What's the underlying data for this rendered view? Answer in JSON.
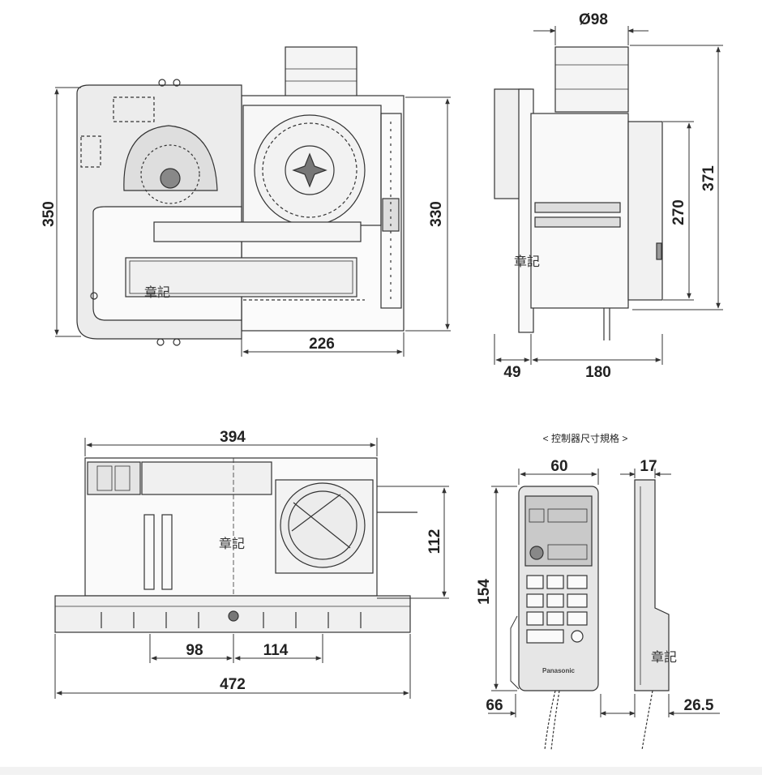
{
  "front_view": {
    "height_outer": "350",
    "height_inner": "330",
    "depth": "226",
    "stamp": "章記"
  },
  "side_view": {
    "duct_diameter": "Ø98",
    "height_total": "371",
    "height_body": "270",
    "flange": "49",
    "body_depth": "180",
    "stamp": "章記"
  },
  "bottom_view": {
    "width_body": "394",
    "width_total": "472",
    "duct_offset": "112",
    "left_offset": "98",
    "right_offset": "114",
    "stamp": "章記"
  },
  "controller": {
    "caption": "< 控制器尺寸規格 >",
    "width": "60",
    "depth": "17",
    "height": "154",
    "bottom_width": "66",
    "bottom_depth": "26.5",
    "brand": "Panasonic",
    "stamp": "章記"
  },
  "colors": {
    "line": "#333333",
    "panel": "#e6e6e6",
    "background": "#ffffff"
  }
}
